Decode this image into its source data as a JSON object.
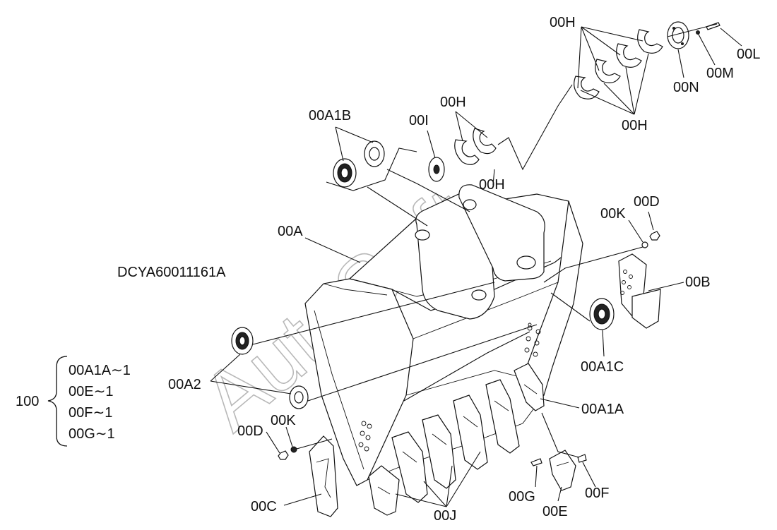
{
  "drawing_id": "DCYA60011161A",
  "watermark": "AutoSoft",
  "assembly": {
    "number": "100",
    "items": [
      "00A1A∼1",
      "00E∼1",
      "00F∼1",
      "00G∼1"
    ]
  },
  "labels": {
    "h_top": "00H",
    "h_right": "00H",
    "h_mid": "00H",
    "h_low": "00H",
    "a1b": "00A1B",
    "i": "00I",
    "l": "00L",
    "m": "00M",
    "n": "00N",
    "k_right": "00K",
    "d_right": "00D",
    "a": "00A",
    "b": "00B",
    "a1c": "00A1C",
    "a2": "00A2",
    "a1a": "00A1A",
    "d_left": "00D",
    "k_left": "00K",
    "c": "00C",
    "j": "00J",
    "g": "00G",
    "e": "00E",
    "f": "00F"
  }
}
